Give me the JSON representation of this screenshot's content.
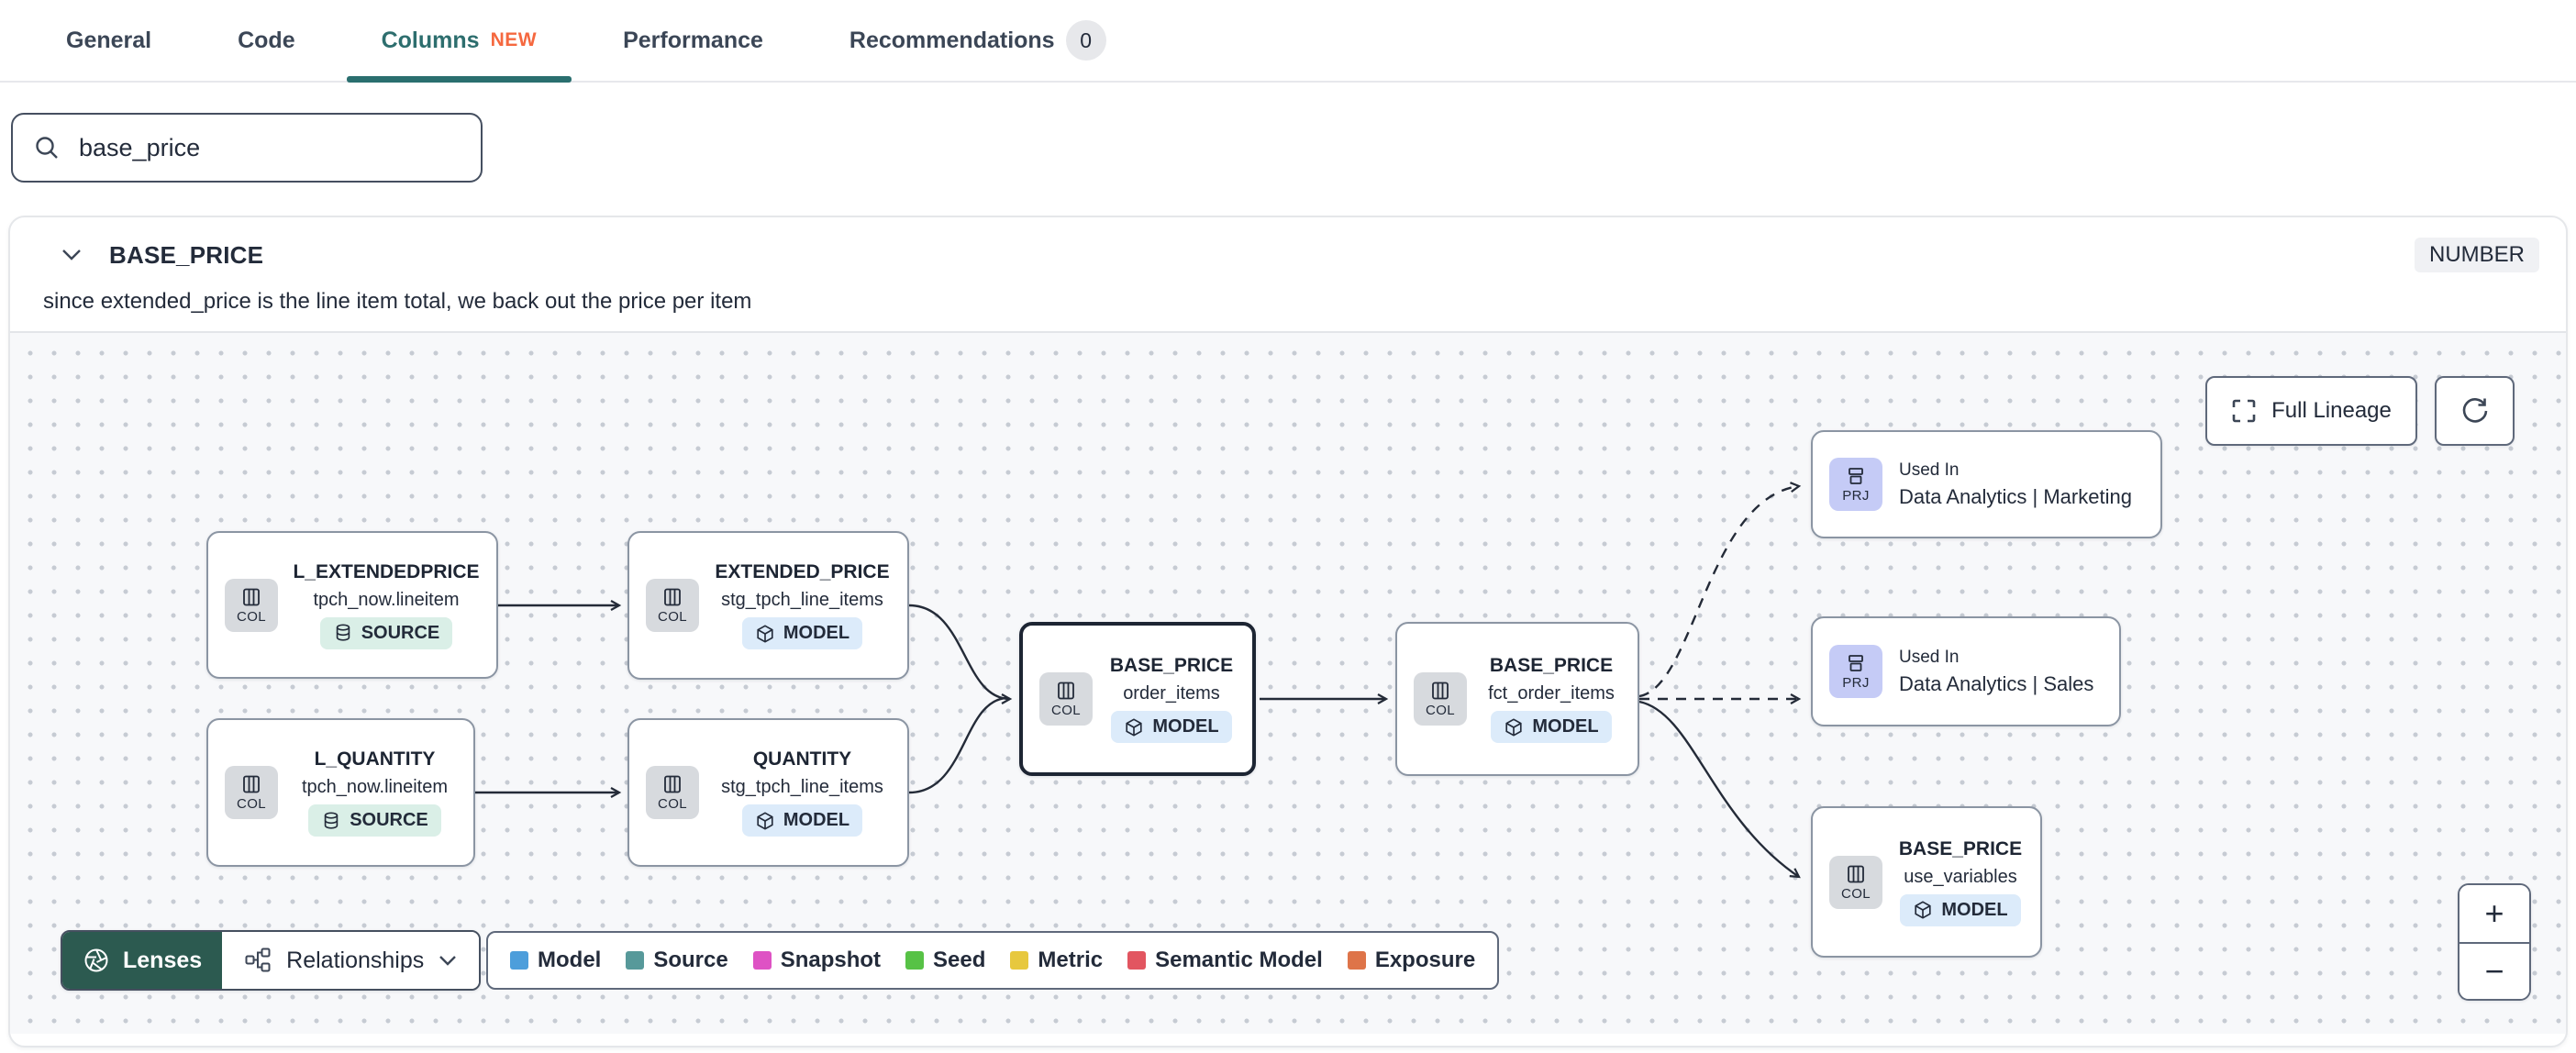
{
  "tabs": [
    {
      "label": "General"
    },
    {
      "label": "Code"
    },
    {
      "label": "Columns",
      "badge": "NEW"
    },
    {
      "label": "Performance"
    },
    {
      "label": "Recommendations",
      "count": "0"
    }
  ],
  "search": {
    "value": "base_price"
  },
  "column": {
    "name": "BASE_PRICE",
    "type": "NUMBER",
    "description": "since extended_price is the line item total, we back out the price per item"
  },
  "lineage": {
    "full_lineage_label": "Full Lineage",
    "lenses_label": "Lenses",
    "relationships_label": "Relationships",
    "zoom_in": "+",
    "zoom_out": "−",
    "nodes": [
      {
        "chip": "COL",
        "title": "L_EXTENDEDPRICE",
        "subtitle": "tpch_now.lineitem",
        "badge": "SOURCE"
      },
      {
        "chip": "COL",
        "title": "EXTENDED_PRICE",
        "subtitle": "stg_tpch_line_items",
        "badge": "MODEL"
      },
      {
        "chip": "COL",
        "title": "L_QUANTITY",
        "subtitle": "tpch_now.lineitem",
        "badge": "SOURCE"
      },
      {
        "chip": "COL",
        "title": "QUANTITY",
        "subtitle": "stg_tpch_line_items",
        "badge": "MODEL"
      },
      {
        "chip": "COL",
        "title": "BASE_PRICE",
        "subtitle": "order_items",
        "badge": "MODEL"
      },
      {
        "chip": "COL",
        "title": "BASE_PRICE",
        "subtitle": "fct_order_items",
        "badge": "MODEL"
      },
      {
        "chip": "PRJ",
        "kicker": "Used In",
        "title": "Data Analytics | Marketing"
      },
      {
        "chip": "PRJ",
        "kicker": "Used In",
        "title": "Data Analytics | Sales"
      },
      {
        "chip": "COL",
        "title": "BASE_PRICE",
        "subtitle": "use_variables",
        "badge": "MODEL"
      }
    ],
    "legend": [
      {
        "label": "Model",
        "color": "#4d9edb"
      },
      {
        "label": "Source",
        "color": "#57999a"
      },
      {
        "label": "Snapshot",
        "color": "#de52c4"
      },
      {
        "label": "Seed",
        "color": "#57c246"
      },
      {
        "label": "Metric",
        "color": "#e7c83e"
      },
      {
        "label": "Semantic Model",
        "color": "#e25560"
      },
      {
        "label": "Exposure",
        "color": "#de7449"
      }
    ]
  },
  "colors": {
    "accent_teal": "#2a6f6f",
    "active_tab_text": "#2d6e6e",
    "new_orange": "#f5683f",
    "lenses_green": "#2c5a50",
    "col_chip_bg": "#d7dade",
    "prj_chip_bg": "#c5cbf6",
    "source_badge_bg": "#daefe7",
    "model_badge_bg": "#dcebfa",
    "selected_node_border": "#1d2533"
  }
}
